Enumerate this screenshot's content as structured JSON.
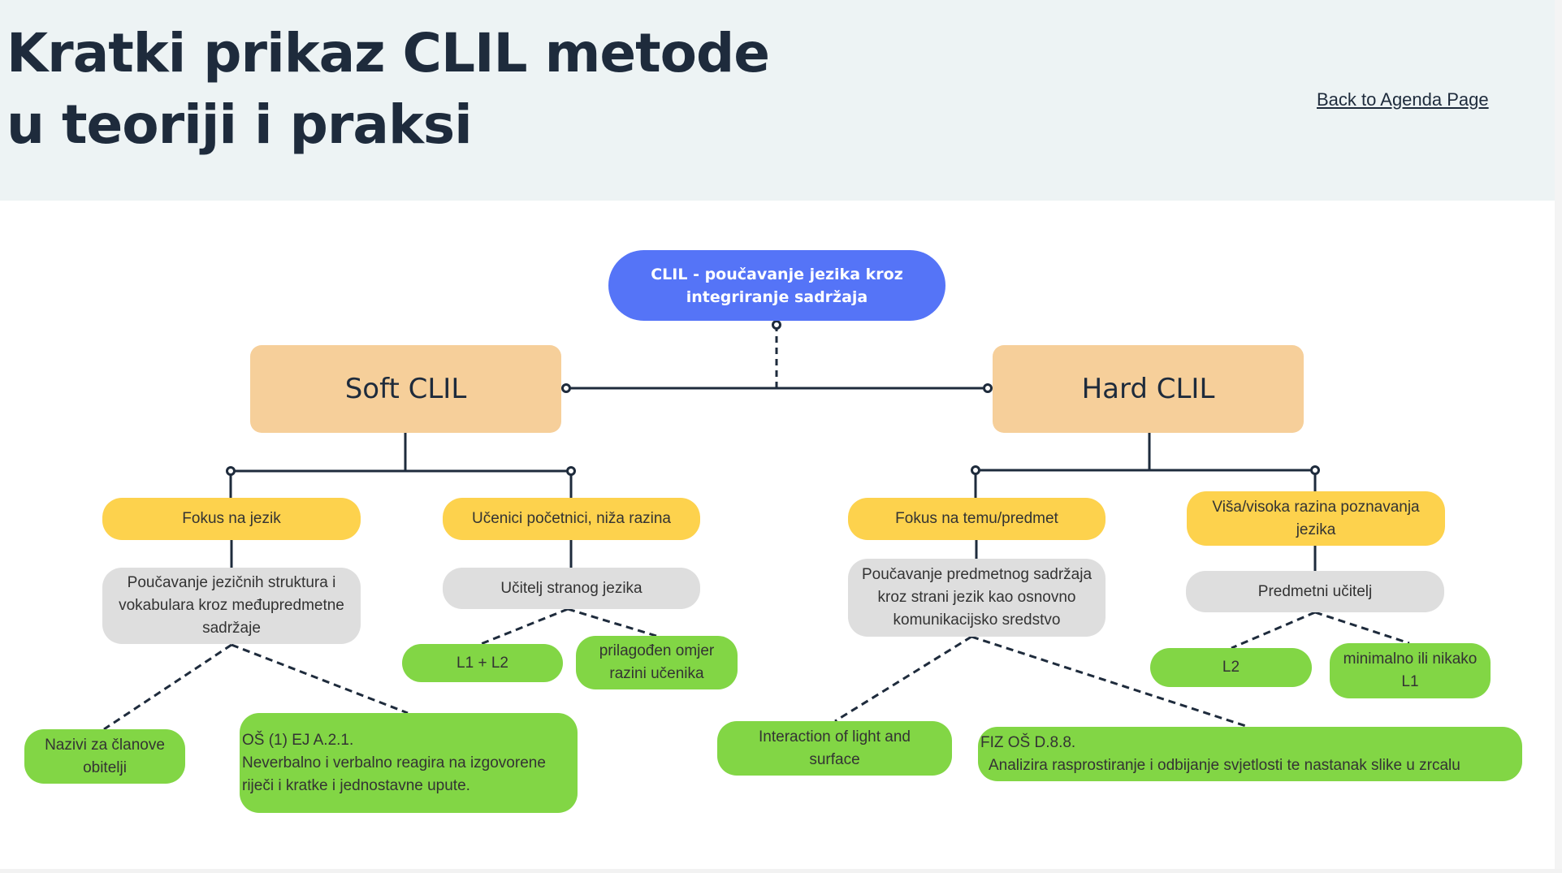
{
  "header": {
    "title_line1": "Kratki prikaz CLIL metode",
    "title_line2": "u teoriji i praksi",
    "back_link": "Back to Agenda Page"
  },
  "diagram": {
    "root": "CLIL - poučavanje jezika kroz integriranje sadržaja",
    "soft": {
      "label": "Soft CLIL",
      "focus": "Fokus na jezik",
      "learners": "Učenici početnici, niža razina",
      "teaching": "Poučavanje jezičnih struktura i vokabulara kroz međupredmetne sadržaje",
      "teacher": "Učitelj stranog jezika",
      "lang_mix": "L1 + L2",
      "ratio": "prilagođen omjer razini učenika",
      "example1": "Nazivi za članove obitelji",
      "example2_line1": "OŠ (1) EJ A.2.1.",
      "example2_line2": "Neverbalno i verbalno reagira na izgovorene riječi i kratke i jednostavne upute."
    },
    "hard": {
      "label": "Hard CLIL",
      "focus": "Fokus na temu/predmet",
      "level": "Viša/visoka razina poznavanja jezika",
      "teaching": "Poučavanje predmetnog sadržaja kroz strani jezik kao osnovno komunikacijsko sredstvo",
      "teacher": "Predmetni učitelj",
      "lang": "L2",
      "l1_usage": "minimalno ili nikako L1",
      "example1": "Interaction of light and surface",
      "example2_line1": "FIZ OŠ D.8.8.",
      "example2_line2": "Analizira rasprostiranje i odbijanje svjetlosti te nastanak slike u zrcalu"
    }
  },
  "colors": {
    "root": "#5574f7",
    "category": "#f6cf9a",
    "attribute": "#fdd24d",
    "method": "#dedede",
    "example": "#82d645",
    "line": "#1e2b3c"
  }
}
